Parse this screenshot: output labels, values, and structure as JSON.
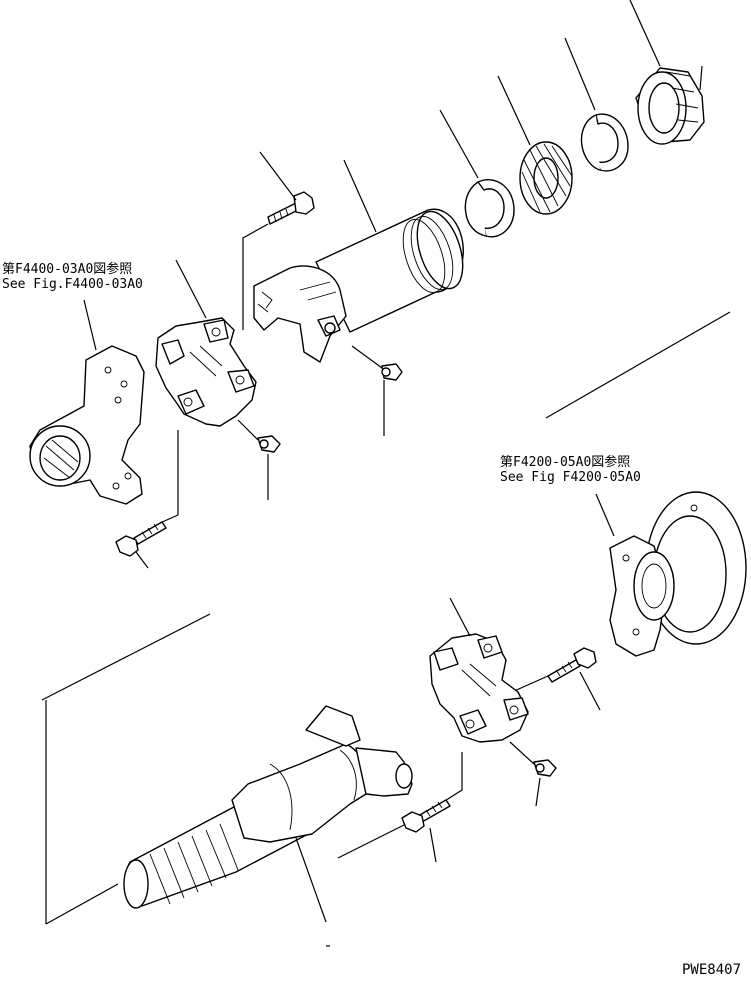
{
  "references": {
    "upper_yoke": {
      "jp": "第F4400-03A0図参照",
      "en": "See Fig.F4400-03A0"
    },
    "lower_flange": {
      "jp": "第F4200-05A0図参照",
      "en": "See Fig F4200-05A0"
    }
  },
  "drawing_code": "PWE8407",
  "parts": [
    {
      "id": "bearing",
      "icon": "bearing-icon"
    },
    {
      "id": "snap-ring-upper",
      "icon": "snap-ring-icon"
    },
    {
      "id": "seal",
      "icon": "seal-icon"
    },
    {
      "id": "snap-ring-lower",
      "icon": "snap-ring-icon"
    },
    {
      "id": "bolt",
      "icon": "bolt-icon"
    },
    {
      "id": "slip-yoke",
      "icon": "yoke-icon"
    },
    {
      "id": "grease-fitting",
      "icon": "grease-fitting-icon"
    },
    {
      "id": "spider-bearing",
      "icon": "spider-icon"
    },
    {
      "id": "spline-shaft",
      "icon": "shaft-icon"
    }
  ]
}
